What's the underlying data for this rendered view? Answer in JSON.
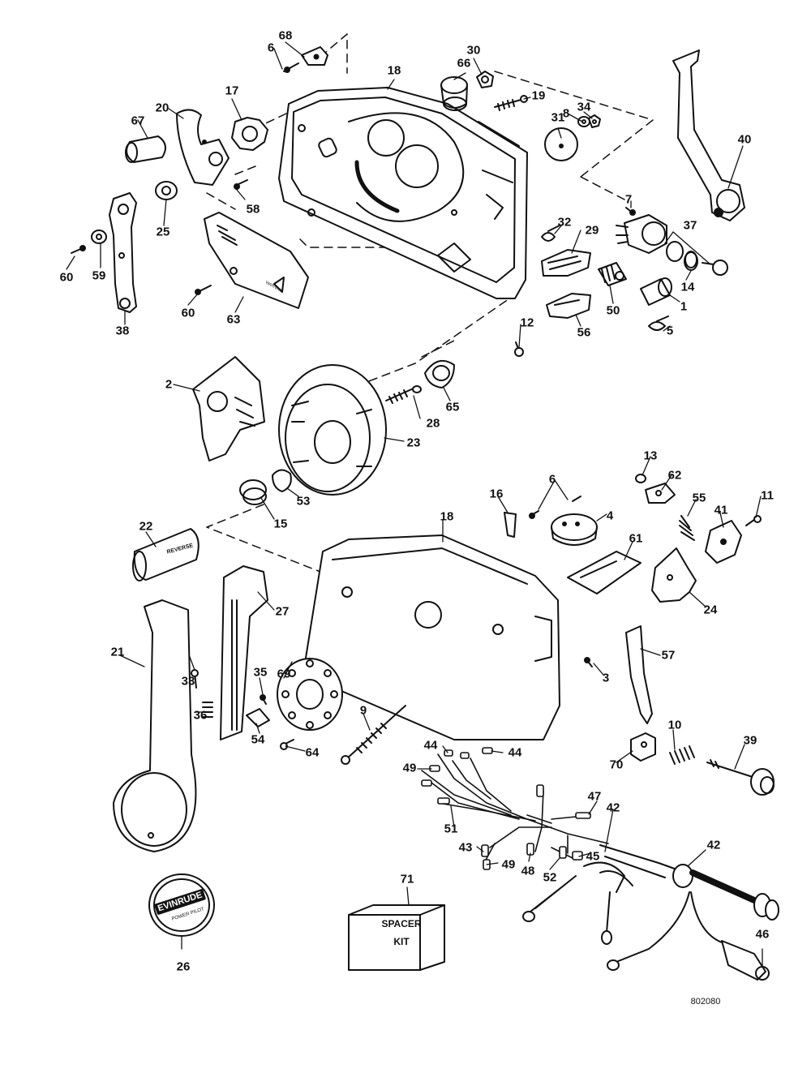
{
  "diagram": {
    "figure_id": "802080",
    "spacer_kit": {
      "line1": "SPACER",
      "line2": "KIT"
    },
    "decal": {
      "brand": "EVINRUDE",
      "sub": "POWER PILOT"
    },
    "handle_text": "REVERSE",
    "warning_plate_text": "WARNING",
    "callouts": [
      {
        "id": "c68",
        "text": "68"
      },
      {
        "id": "c6a",
        "text": "6"
      },
      {
        "id": "c18a",
        "text": "18"
      },
      {
        "id": "c66",
        "text": "66"
      },
      {
        "id": "c30",
        "text": "30"
      },
      {
        "id": "c19",
        "text": "19"
      },
      {
        "id": "c8",
        "text": "8"
      },
      {
        "id": "c34",
        "text": "34"
      },
      {
        "id": "c31",
        "text": "31"
      },
      {
        "id": "c40",
        "text": "40"
      },
      {
        "id": "c17",
        "text": "17"
      },
      {
        "id": "c20",
        "text": "20"
      },
      {
        "id": "c67",
        "text": "67"
      },
      {
        "id": "c58",
        "text": "58"
      },
      {
        "id": "c25",
        "text": "25"
      },
      {
        "id": "c60a",
        "text": "60"
      },
      {
        "id": "c59",
        "text": "59"
      },
      {
        "id": "c38",
        "text": "38"
      },
      {
        "id": "c60b",
        "text": "60"
      },
      {
        "id": "c63",
        "text": "63"
      },
      {
        "id": "c7",
        "text": "7"
      },
      {
        "id": "c37",
        "text": "37"
      },
      {
        "id": "c32",
        "text": "32"
      },
      {
        "id": "c29",
        "text": "29"
      },
      {
        "id": "c14",
        "text": "14"
      },
      {
        "id": "c1",
        "text": "1"
      },
      {
        "id": "c50",
        "text": "50"
      },
      {
        "id": "c56",
        "text": "56"
      },
      {
        "id": "c5",
        "text": "5"
      },
      {
        "id": "c12",
        "text": "12"
      },
      {
        "id": "c2",
        "text": "2"
      },
      {
        "id": "c65",
        "text": "65"
      },
      {
        "id": "c28",
        "text": "28"
      },
      {
        "id": "c23",
        "text": "23"
      },
      {
        "id": "c53",
        "text": "53"
      },
      {
        "id": "c15",
        "text": "15"
      },
      {
        "id": "c13",
        "text": "13"
      },
      {
        "id": "c62",
        "text": "62"
      },
      {
        "id": "c55",
        "text": "55"
      },
      {
        "id": "c11",
        "text": "11"
      },
      {
        "id": "c41",
        "text": "41"
      },
      {
        "id": "c16",
        "text": "16"
      },
      {
        "id": "c6b",
        "text": "6"
      },
      {
        "id": "c4",
        "text": "4"
      },
      {
        "id": "c18b",
        "text": "18"
      },
      {
        "id": "c61",
        "text": "61"
      },
      {
        "id": "c24",
        "text": "24"
      },
      {
        "id": "c22",
        "text": "22"
      },
      {
        "id": "c27",
        "text": "27"
      },
      {
        "id": "c21",
        "text": "21"
      },
      {
        "id": "c33",
        "text": "33"
      },
      {
        "id": "c35",
        "text": "35"
      },
      {
        "id": "c69",
        "text": "69"
      },
      {
        "id": "c36",
        "text": "36"
      },
      {
        "id": "c54",
        "text": "54"
      },
      {
        "id": "c64",
        "text": "64"
      },
      {
        "id": "c9",
        "text": "9"
      },
      {
        "id": "c3",
        "text": "3"
      },
      {
        "id": "c57",
        "text": "57"
      },
      {
        "id": "c10",
        "text": "10"
      },
      {
        "id": "c39",
        "text": "39"
      },
      {
        "id": "c70",
        "text": "70"
      },
      {
        "id": "c44a",
        "text": "44"
      },
      {
        "id": "c44b",
        "text": "44"
      },
      {
        "id": "c49a",
        "text": "49"
      },
      {
        "id": "c47",
        "text": "47"
      },
      {
        "id": "c42a",
        "text": "42"
      },
      {
        "id": "c42b",
        "text": "42"
      },
      {
        "id": "c51",
        "text": "51"
      },
      {
        "id": "c43",
        "text": "43"
      },
      {
        "id": "c49b",
        "text": "49"
      },
      {
        "id": "c48",
        "text": "48"
      },
      {
        "id": "c52",
        "text": "52"
      },
      {
        "id": "c45",
        "text": "45"
      },
      {
        "id": "c71",
        "text": "71"
      },
      {
        "id": "c46",
        "text": "46"
      },
      {
        "id": "c26",
        "text": "26"
      }
    ]
  }
}
